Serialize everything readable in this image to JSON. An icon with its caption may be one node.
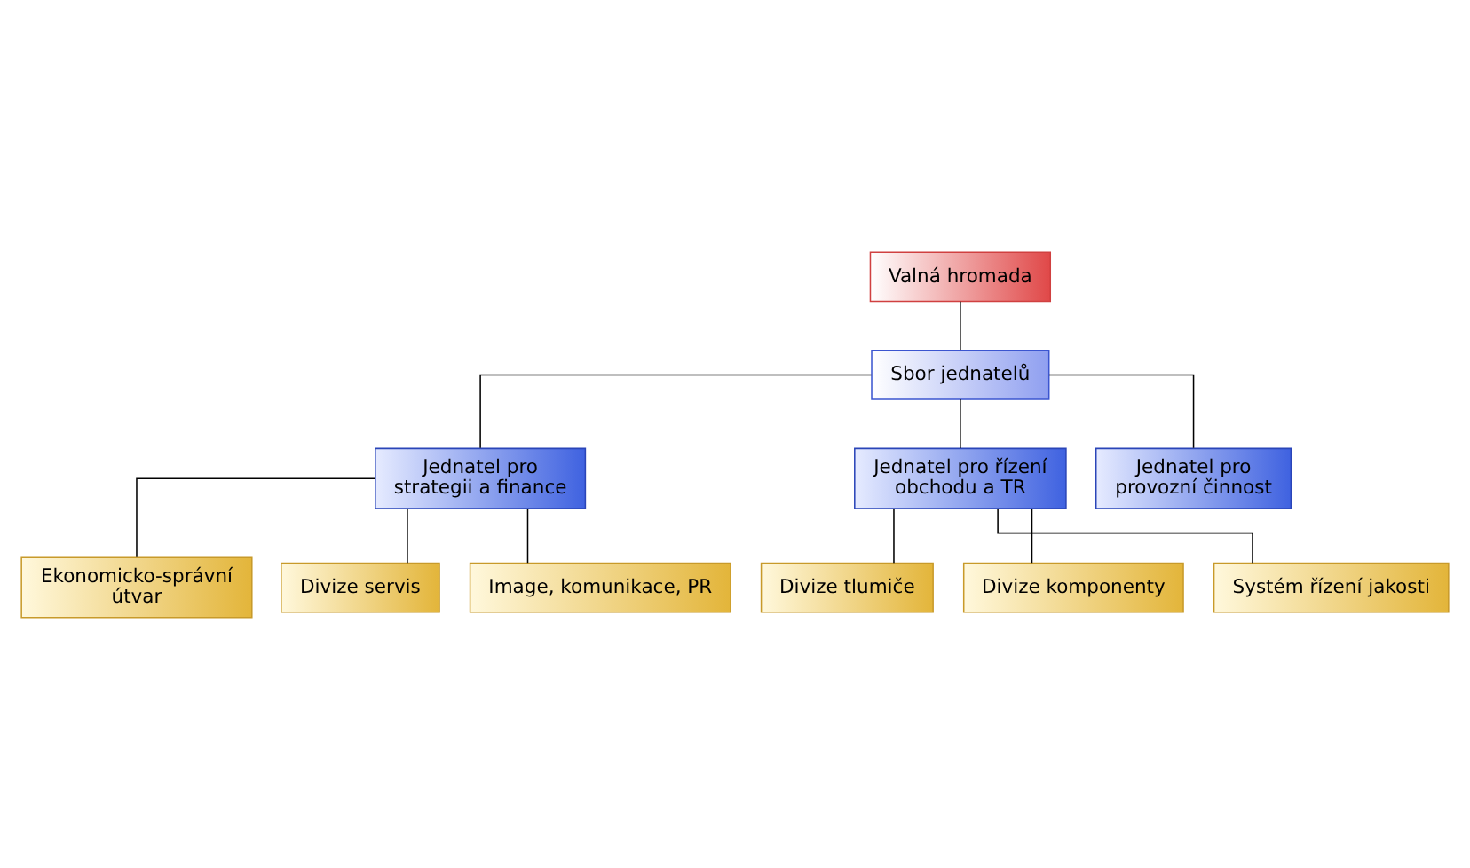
{
  "diagram": {
    "nodes": [
      {
        "text": [
          "Valná hromada"
        ]
      },
      {
        "text": [
          "Sbor jednatelů"
        ]
      },
      {
        "text": [
          "Jednatel pro strategii a finance"
        ]
      },
      {
        "text": [
          "Jednatel pro řízení obchodu a TR"
        ]
      },
      {
        "text": [
          "Jednatel pro provozní činnost"
        ]
      },
      {
        "text": [
          "Ekonomicko-správní útvar"
        ]
      },
      {
        "text": [
          "Divize servis"
        ]
      },
      {
        "text": [
          "Image, komunikace, PR"
        ]
      },
      {
        "text": [
          "Divize tlumiče"
        ]
      },
      {
        "text": [
          "Divize komponenty"
        ]
      },
      {
        "text": [
          "Systém řízení jakosti"
        ]
      }
    ],
    "edges": [
      {
        "from": 0,
        "to": 1,
        "arrow": "none"
      },
      {
        "from": 1,
        "to": 2,
        "arrow": "none"
      },
      {
        "from": 1,
        "to": 3,
        "arrow": "none"
      },
      {
        "from": 1,
        "to": 4,
        "arrow": "none"
      },
      {
        "from": 2,
        "to": 5,
        "arrow": "none"
      },
      {
        "from": 2,
        "to": 6,
        "arrow": "none"
      },
      {
        "from": 2,
        "to": 7,
        "arrow": "none"
      },
      {
        "from": 3,
        "to": 8,
        "arrow": "none"
      },
      {
        "from": 3,
        "to": 9,
        "arrow": "none"
      },
      {
        "from": 3,
        "to": 10,
        "arrow": "none"
      }
    ]
  }
}
